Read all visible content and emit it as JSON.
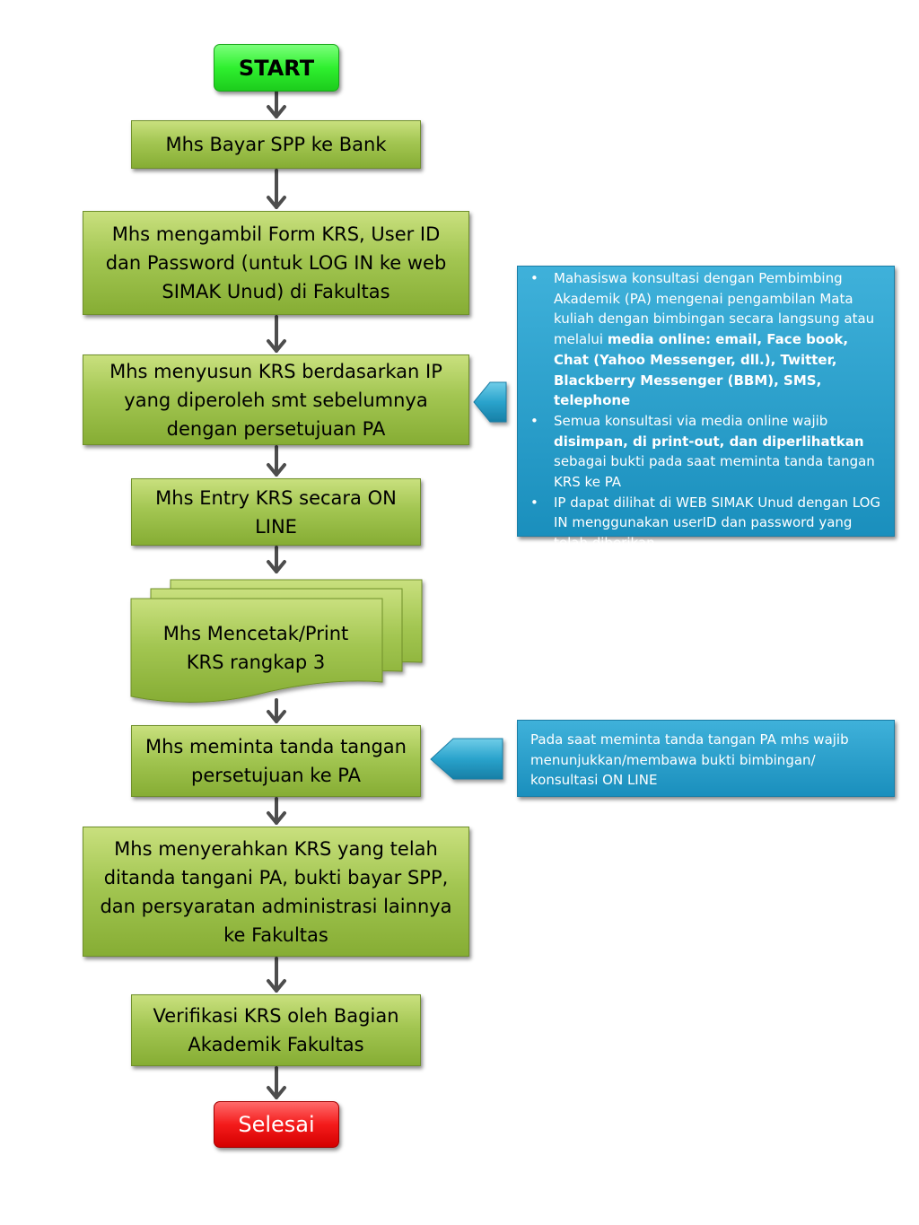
{
  "flow": {
    "start": "START",
    "step1": "Mhs Bayar SPP ke Bank",
    "step2": "Mhs mengambil Form KRS, User ID dan Password (untuk LOG IN ke web SIMAK Unud) di Fakultas",
    "step3": "Mhs menyusun KRS berdasarkan IP yang diperoleh smt sebelumnya dengan persetujuan PA",
    "step4": "Mhs Entry KRS secara ON LINE",
    "step5": "Mhs Mencetak/Print KRS rangkap 3",
    "step6": "Mhs meminta tanda tangan persetujuan ke PA",
    "step7": "Mhs menyerahkan KRS yang telah ditanda tangani PA, bukti bayar SPP, dan persyaratan administrasi lainnya ke Fakultas",
    "step8": "Verifikasi KRS oleh Bagian Akademik Fakultas",
    "end": "Selesai"
  },
  "note1": {
    "b1_a": "Mahasiswa konsultasi dengan Pembimbing Akademik (PA) mengenai pengambilan Mata kuliah dengan bimbingan secara langsung atau melalui ",
    "b1_b": "media online: email, Face book, Chat (Yahoo Messenger, dll.), Twitter, Blackberry Messenger (BBM), SMS, telephone",
    "b2_a": "Semua konsultasi via media online wajib ",
    "b2_b": "disimpan, di print-out, dan diperlihatkan",
    "b2_c": " sebagai bukti pada saat meminta tanda tangan KRS ke PA",
    "b3": "IP dapat dilihat di WEB SIMAK Unud dengan LOG IN menggunakan userID dan password yang telah diberikan"
  },
  "note2": {
    "text": "Pada saat meminta tanda tangan PA mhs wajib menunjukkan/membawa bukti bimbingan/ konsultasi ON LINE"
  },
  "colors": {
    "process_fill": "#a3c652",
    "start_fill": "#2ff02f",
    "end_fill": "#f41b1b",
    "note_fill": "#1a8fbd",
    "arrow": "#4d4d4d"
  }
}
